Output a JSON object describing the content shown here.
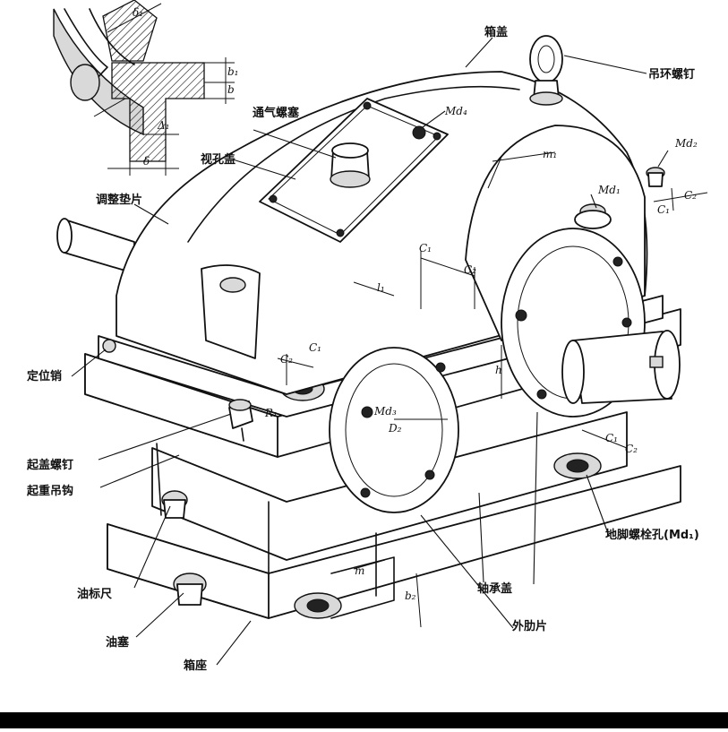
{
  "labels": {
    "box_cover": "箱盖",
    "lifting_eye_bolt": "吊环螺钉",
    "vent_plug": "通气螺塞",
    "inspection_cover": "视孔盖",
    "adjusting_shim": "调整垫片",
    "locating_pin": "定位销",
    "cover_lifting_screw": "起盖螺钉",
    "lifting_hook": "起重吊钩",
    "oil_dipstick": "油标尺",
    "oil_plug": "油塞",
    "box_base": "箱座",
    "outer_rib": "外肋片",
    "bearing_cover": "轴承盖",
    "anchor_bolt_hole": "地脚螺栓孔(Md₁)"
  },
  "dims": {
    "md4": "Md₄",
    "md2": "Md₂",
    "md1": "Md₁",
    "md3": "Md₃",
    "m1": "m₁",
    "c1_top": "C₁",
    "c2_top": "C₂",
    "c1_mid": "C₁",
    "c2_mid": "C₂",
    "c2_left": "C₂",
    "c1_left": "C₁",
    "c1_low": "C₁",
    "c2_low": "C₂",
    "l1": "l₁",
    "h": "h",
    "r1": "R₁",
    "d2": "D₂",
    "m": "m",
    "b2": "b₂"
  },
  "inset": {
    "delta1": "δ₁",
    "b1": "b₁",
    "b": "b",
    "Delta1": "Δ₁",
    "delta": "δ"
  }
}
